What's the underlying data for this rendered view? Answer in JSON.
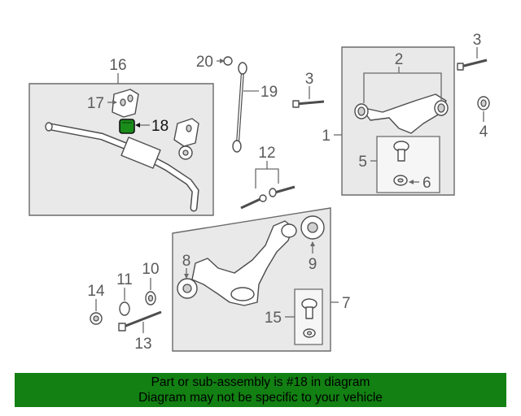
{
  "diagram": {
    "callouts": {
      "c2": "2",
      "c3a": "3",
      "c3b": "3",
      "c4": "4",
      "c5": "5",
      "c6": "6",
      "c1": "1",
      "c16": "16",
      "c17": "17",
      "c18": "18",
      "c20": "20",
      "c19": "19",
      "c12": "12",
      "c8": "8",
      "c9": "9",
      "c10": "10",
      "c11": "11",
      "c14": "14",
      "c13": "13",
      "c15": "15",
      "c7": "7"
    },
    "highlighted_part": "18",
    "highlight_color": "#1a8c1a"
  },
  "banner": {
    "line1": "Part or sub-assembly is #18 in diagram",
    "line2": "Diagram may not be specific to your vehicle",
    "background": "#128012"
  }
}
